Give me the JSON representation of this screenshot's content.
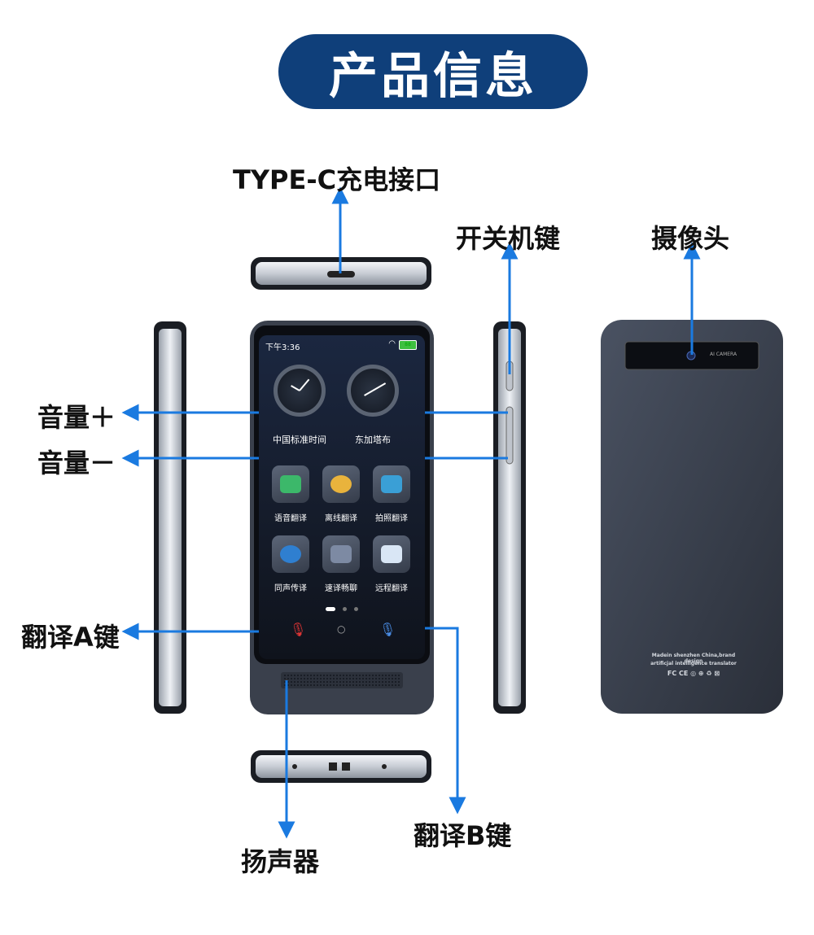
{
  "title": "产品信息",
  "callouts": {
    "type_c": "TYPE-C充电接口",
    "power_key": "开关机键",
    "camera": "摄像头",
    "volume_up": "音量＋",
    "volume_down": "音量－",
    "translate_a": "翻译A键",
    "translate_b": "翻译B键",
    "speaker": "扬声器"
  },
  "screen": {
    "time": "下午3:36",
    "battery": "88",
    "clocks": [
      {
        "label": "中国标准时间"
      },
      {
        "label": "东加塔布"
      }
    ],
    "apps": [
      {
        "label": "语音翻译"
      },
      {
        "label": "离线翻译"
      },
      {
        "label": "拍照翻译"
      },
      {
        "label": "同声传译"
      },
      {
        "label": "速译畅聊"
      },
      {
        "label": "远程翻译"
      }
    ]
  },
  "back_panel": {
    "camera_text": "AI CAMERA",
    "line1": "Madein shenzhen China,brand design",
    "line2": "artificjal intelligence translator",
    "marks": "FC CE ◎ ⊕ ♻ ⊠"
  },
  "colors": {
    "title_bg": "#0f3f7a",
    "arrow": "#1a7ae0",
    "device_dark": "#2f3440"
  }
}
